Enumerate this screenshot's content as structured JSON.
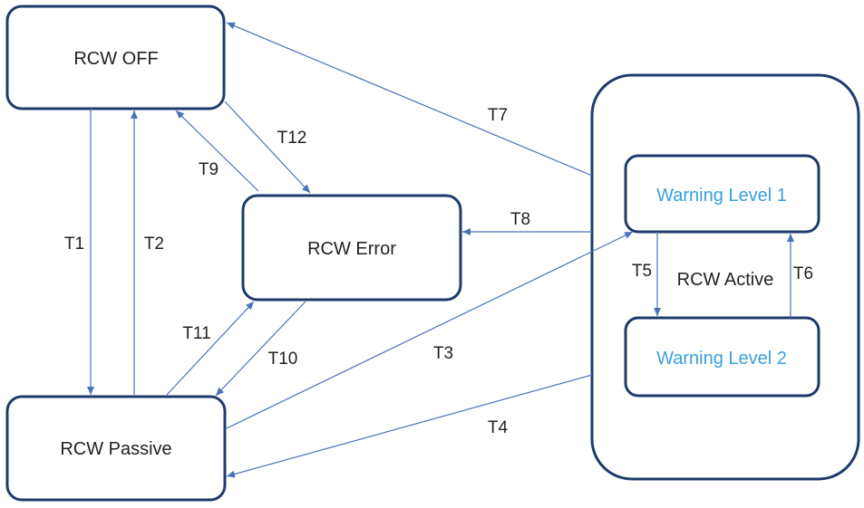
{
  "colors": {
    "box_border": "#1f3a6b",
    "arrow": "#4a72b8",
    "text": "#222222",
    "warning_text": "#3aa0dc",
    "background": "#ffffff"
  },
  "states": {
    "rcw_off": "RCW OFF",
    "rcw_error": "RCW Error",
    "rcw_passive": "RCW Passive",
    "warning_level_1": "Warning Level 1",
    "warning_level_2": "Warning Level 2"
  },
  "groups": {
    "rcw_active": "RCW Active"
  },
  "transitions": {
    "t1": "T1",
    "t2": "T2",
    "t3": "T3",
    "t4": "T4",
    "t5": "T5",
    "t6": "T6",
    "t7": "T7",
    "t8": "T8",
    "t9": "T9",
    "t10": "T10",
    "t11": "T11",
    "t12": "T12"
  }
}
